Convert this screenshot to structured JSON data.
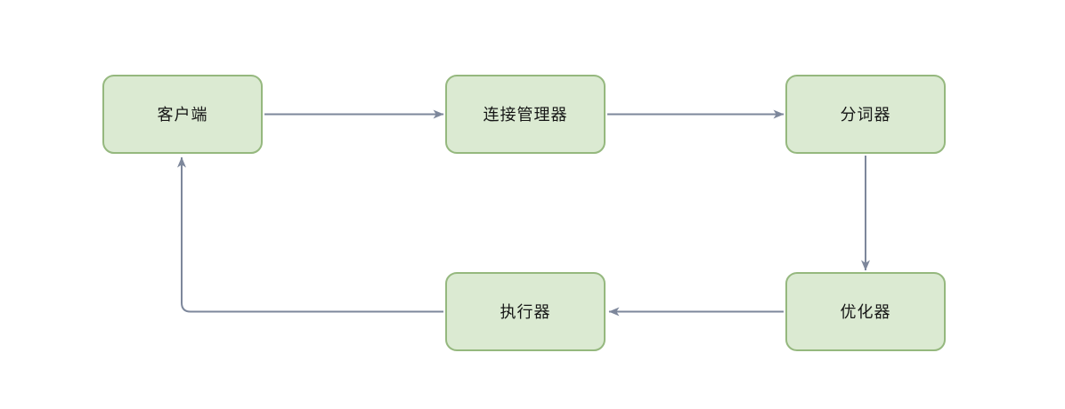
{
  "diagram": {
    "type": "flowchart",
    "colors": {
      "node_fill": "#dbead2",
      "node_border": "#95b87e",
      "arrow": "#7d879b",
      "text": "#161616",
      "background": "#ffffff"
    },
    "nodes": [
      {
        "id": "client",
        "label": "客户端"
      },
      {
        "id": "connection-manager",
        "label": "连接管理器"
      },
      {
        "id": "tokenizer",
        "label": "分词器"
      },
      {
        "id": "optimizer",
        "label": "优化器"
      },
      {
        "id": "executor",
        "label": "执行器"
      }
    ],
    "edges": [
      {
        "from": "client",
        "to": "connection-manager",
        "direction": "right"
      },
      {
        "from": "connection-manager",
        "to": "tokenizer",
        "direction": "right"
      },
      {
        "from": "tokenizer",
        "to": "optimizer",
        "direction": "down"
      },
      {
        "from": "optimizer",
        "to": "executor",
        "direction": "left"
      },
      {
        "from": "executor",
        "to": "client",
        "direction": "left-then-up"
      }
    ]
  }
}
